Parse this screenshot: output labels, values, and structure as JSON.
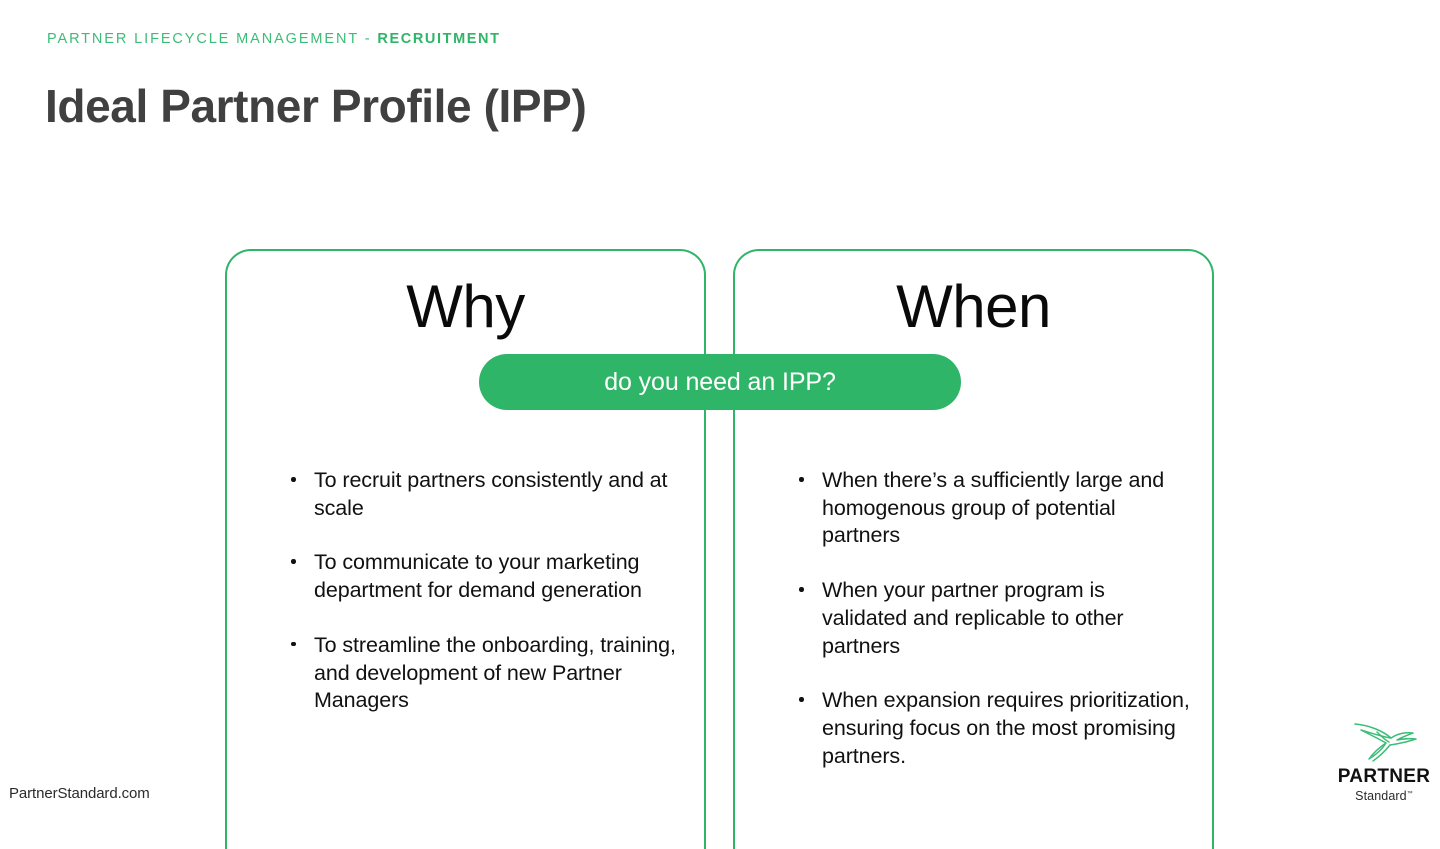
{
  "header": {
    "eyebrow_prefix": "PARTNER LIFECYCLE MANAGEMENT - ",
    "eyebrow_strong": "RECRUITMENT",
    "title": "Ideal Partner Profile (IPP)",
    "accent_color": "#3BBC77",
    "title_color": "#404040"
  },
  "pill": {
    "label": "do you need an IPP?",
    "background": "#2FB567",
    "text_color": "#FFFFFF"
  },
  "cards": {
    "border_color": "#2FB567",
    "left": {
      "heading": "Why",
      "bullets": [
        "To recruit partners consistently and at scale",
        "To communicate to your marketing department for demand generation",
        "To streamline the onboarding, training, and development of new Partner Managers"
      ]
    },
    "right": {
      "heading": "When",
      "bullets": [
        "When there’s a sufficiently large and homogenous group of potential partners",
        "When your partner program is validated and replicable to other partners",
        "When expansion requires prioritization, ensuring focus on the most promising partners."
      ]
    }
  },
  "footer": {
    "url": "PartnerStandard.com"
  },
  "logo": {
    "icon": "hummingbird-icon",
    "word": "PARTNER",
    "sub": "Standard",
    "trademark": "™",
    "bird_color": "#3BBC77"
  }
}
